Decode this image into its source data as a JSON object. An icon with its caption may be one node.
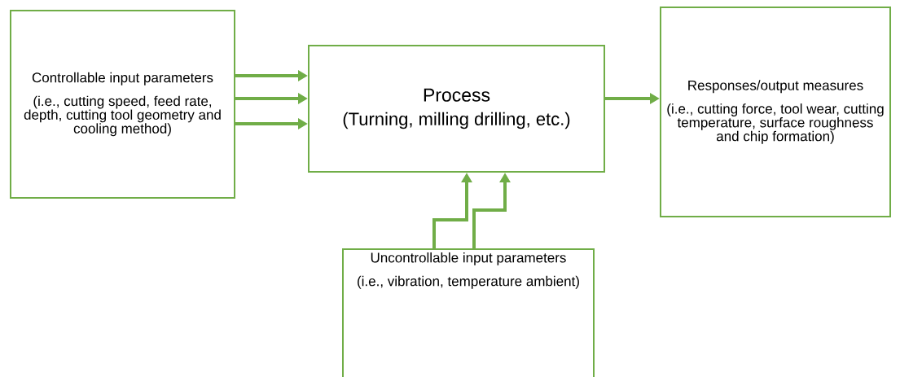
{
  "diagram": {
    "nodes": [
      {
        "text": [
          "Controllable input parameters",
          "(i.e., cutting speed, feed rate, depth, cutting tool geometry and cooling method)"
        ]
      },
      {
        "text": [
          "Process",
          "(Turning, milling drilling, etc.)"
        ]
      },
      {
        "text": [
          "Responses/output measures",
          "(i.e., cutting force, tool wear, cutting temperature, surface roughness and chip formation)"
        ]
      },
      {
        "text": [
          "Uncontrollable input parameters",
          "(i.e., vibration, temperature ambient)"
        ]
      }
    ],
    "edges": [
      {
        "from": 0,
        "to": 1,
        "arrow": "to"
      },
      {
        "from": 0,
        "to": 1,
        "arrow": "to"
      },
      {
        "from": 0,
        "to": 1,
        "arrow": "to"
      },
      {
        "from": 1,
        "to": 2,
        "arrow": "to"
      },
      {
        "from": 3,
        "to": 1,
        "arrow": "to"
      },
      {
        "from": 3,
        "to": 1,
        "arrow": "to"
      }
    ]
  }
}
